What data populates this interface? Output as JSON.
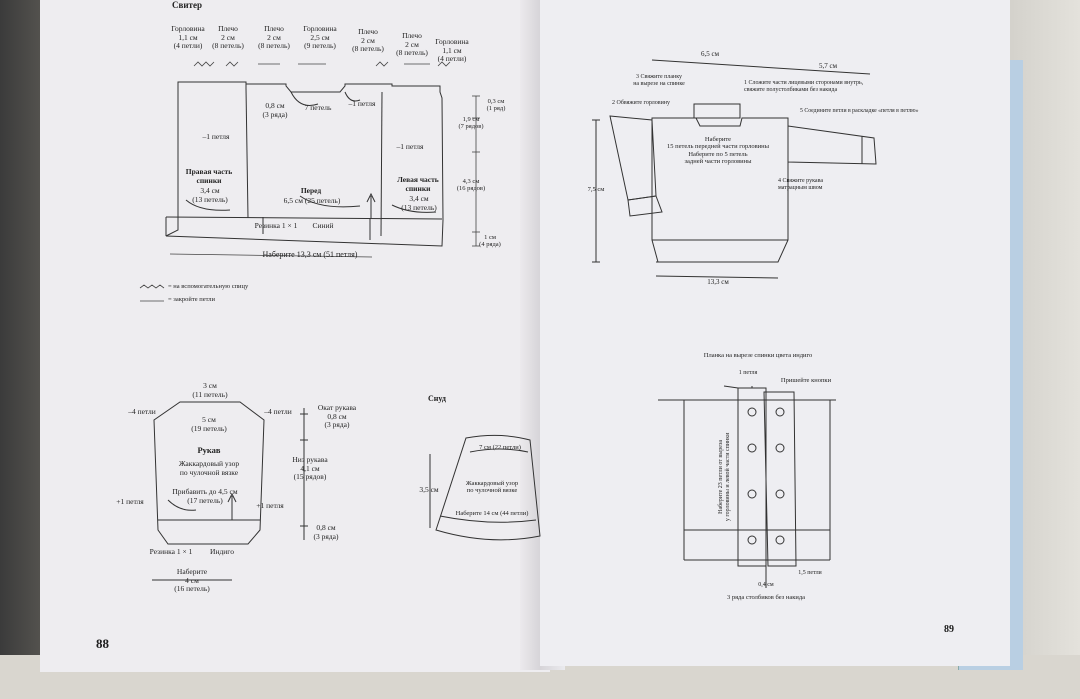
{
  "left_page": {
    "title": "Свитер",
    "page_number": "88",
    "sweater_top_labels": [
      "Горловина\n1,1 см\n(4 петли)",
      "Плечо\n2 см\n(8 петель)",
      "Плечо\n2 см\n(8 петель)",
      "Горловина\n2,5 см\n(9 петель)",
      "Плечо\n2 см\n(8 петель)",
      "Плечо\n2 см\n(8 петель)",
      "Горловина\n1,1 см\n(4 петли)"
    ],
    "sweater_labels": {
      "neck_depth": "0,8 см\n(3 ряда)",
      "seven_stitches": "7 петель",
      "minus_one_1": "–1 петля",
      "minus_one_2": "–1 петля",
      "minus_one_3": "–1 петля",
      "right_back": "Правая часть\nспинки",
      "right_back_size": "3,4 см\n(13 петель)",
      "front": "Перед",
      "front_size": "6,5 см (25 петель)",
      "left_back": "Левая часть\nспинки",
      "left_back_size": "3,4 см\n(13 петель)",
      "rib": "Резинка 1 × 1",
      "rib_color": "Синий",
      "cast_on": "Наберите 13,3 см (51 петля)",
      "right_dim_1": "0,3 см\n(1 ряд)",
      "right_dim_2": "1,9 см\n(7 рядов)",
      "right_dim_3": "4,3 см\n(16 рядов)",
      "right_dim_4": "1 см\n(4 ряда)"
    },
    "legend": {
      "aux_needle": "= на вспомогательную спицу",
      "bind_off": "= закройте петли"
    },
    "sleeve": {
      "top_width": "3 см\n(11 петель)",
      "minus_four_left": "–4 петли",
      "minus_four_right": "–4 петли",
      "mid_width": "5 см\n(19 петель)",
      "name": "Рукав",
      "pattern": "Жаккардовый узор\nпо чулочной вязке",
      "increase": "Прибавить до 4,5 см\n(17 петель)",
      "plus_one_left": "+1 петля",
      "plus_one_right": "+1 петля",
      "rib": "Резинка 1 × 1",
      "rib_color": "Индиго",
      "cast_on": "Наберите\n4 см\n(16 петель)",
      "cap": "Окат рукава\n0,8 см\n(3 ряда)",
      "lower": "Низ рукава\n4,1 см\n(15 рядов)",
      "cuff": "0,8 см\n(3 ряда)"
    },
    "snood": {
      "title": "Снуд",
      "top": "7 см (22 петли)",
      "height": "3,5 см",
      "pattern": "Жаккардовый узор\nпо чулочной вязке",
      "cast_on": "Наберите 14 см (44 петли)"
    }
  },
  "right_page": {
    "page_number": "89",
    "dim_top_left": "6,5 см",
    "dim_top_right": "5,7 см",
    "step1": "1  Сложите части лицевыми сторонами внутрь,\nсвяжите полустолбиками без накида",
    "step2": "2  Обвяжите горловину",
    "step3": "3  Свяжите планку\nна вырезе на спинке",
    "step4": "4  Свяжите рукава\nматрацным швом",
    "step5": "5  Соедините петли в раскладке «петля в петлю»",
    "neck_note": "Наберите\n15 петель передней части горловины\nНаберите по 5 петель\nзадней части горловины",
    "height": "7,5 см",
    "bottom_width": "13,3 см",
    "placket_title": "Планка на вырезе спинки цвета индиго",
    "placket_one": "1 петля",
    "attach_button": "Пришейте кнопки",
    "vertical_note": "Наберите 23 петли от выреза\nу горловины и левой части спинки",
    "placket_bottom_mm": "0,4 см",
    "placket_rows": "3 ряда столбиков без накида",
    "placket_stitches": "1,5 петли"
  }
}
